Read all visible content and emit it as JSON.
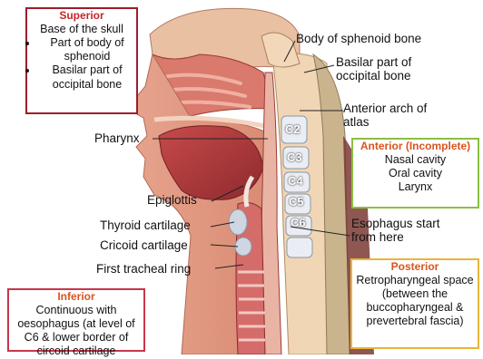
{
  "superior_box": {
    "heading": "Superior",
    "line1": "Base of the skull",
    "items": [
      "Part of body of sphenoid",
      "Basilar part of occipital bone"
    ]
  },
  "anterior_box": {
    "heading": "Anterior (Incomplete)",
    "items": [
      "Nasal cavity",
      "Oral cavity",
      "Larynx"
    ]
  },
  "posterior_box": {
    "heading": "Posterior",
    "text": "Retropharyngeal space (between the buccopharyngeal & prevertebral fascia)"
  },
  "inferior_box": {
    "heading": "Inferior",
    "text": "Continuous with oesophagus (at level of C6 & lower border of circoid cartilage"
  },
  "labels": {
    "body_sphenoid": "Body of sphenoid bone",
    "basilar": "Basilar part of occipital bone",
    "anterior_arch": "Anterior arch of atlas",
    "pharynx": "Pharynx",
    "epiglottis": "Epiglottis",
    "thyroid": "Thyroid cartilage",
    "cricoid": "Cricoid cartilage",
    "tracheal_ring": "First tracheal ring",
    "esophagus": "Esophagus start from here"
  },
  "vertebrae": [
    "C2",
    "C3",
    "C4",
    "C5",
    "C6"
  ],
  "colors": {
    "superior_border": "#9c1d2b",
    "anterior_border": "#8cbf3f",
    "posterior_border": "#e8b53a",
    "inferior_border": "#c7364a",
    "heading_red": "#c0272d",
    "heading_orange": "#d9541e"
  }
}
